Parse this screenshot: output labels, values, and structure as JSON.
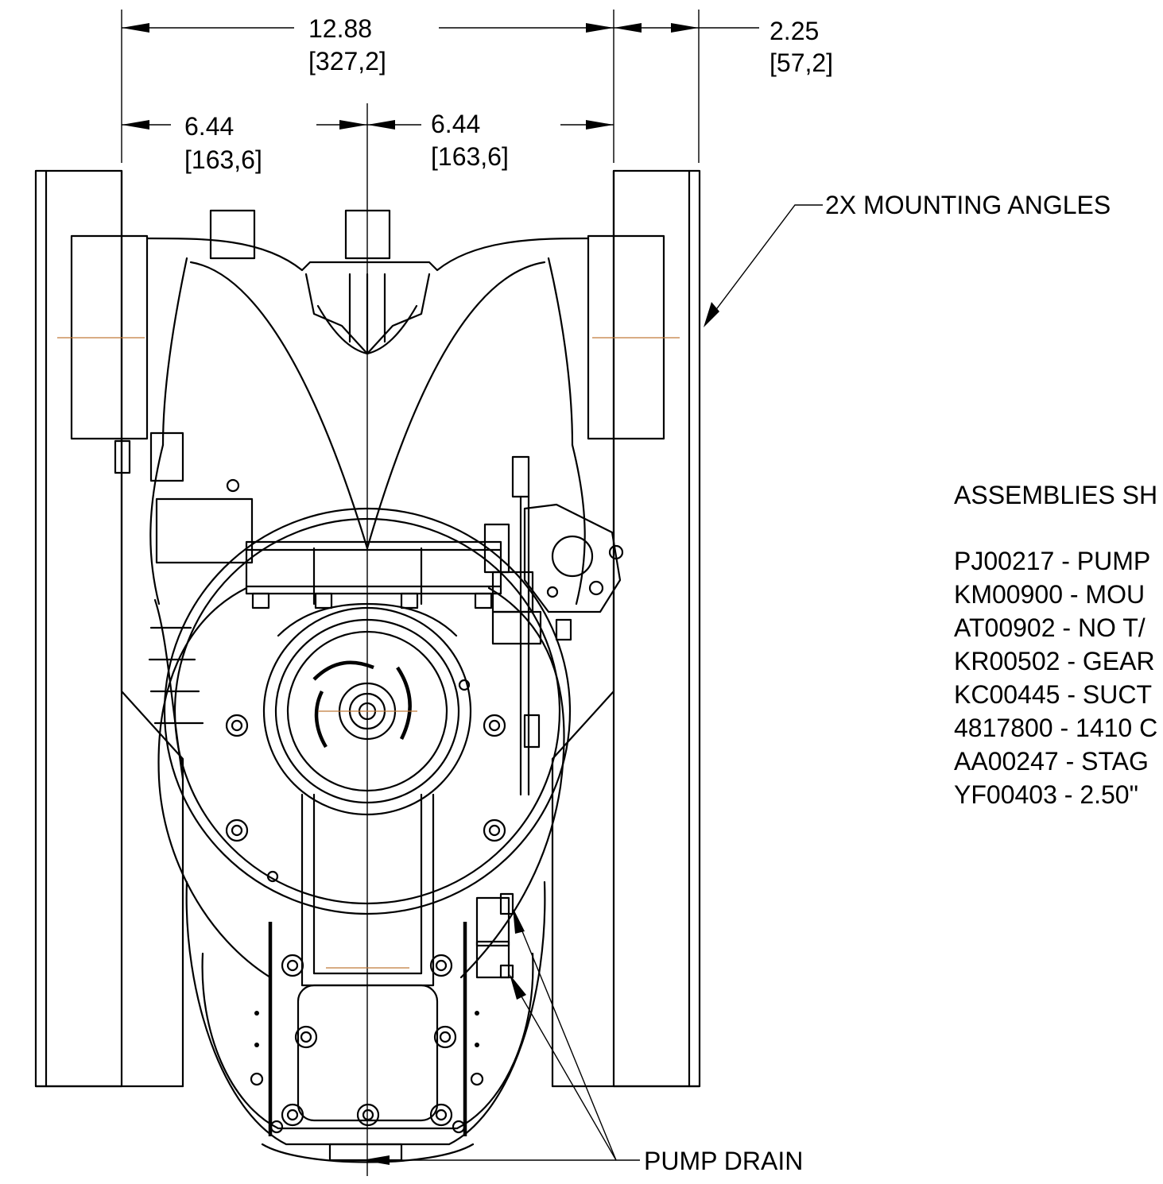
{
  "dimensions": {
    "overall_width": {
      "value": "12.88",
      "metric": "[327,2]"
    },
    "angle_width": {
      "value": "2.25",
      "metric": "[57,2]"
    },
    "left_half": {
      "value": "6.44",
      "metric": "[163,6]"
    },
    "right_half": {
      "value": "6.44",
      "metric": "[163,6]"
    }
  },
  "callouts": {
    "mounting_angles": "2X MOUNTING ANGLES",
    "pump_drain": "PUMP DRAIN"
  },
  "assemblies": {
    "heading": "ASSEMBLIES SH",
    "items": [
      "PJ00217 - PUMP",
      "KM00900 - MOU",
      "AT00902 - NO T/",
      "KR00502 - GEAR",
      "KC00445 - SUCT",
      "4817800 - 1410 C",
      "AA00247 - STAG",
      "YF00403 - 2.50\""
    ]
  }
}
